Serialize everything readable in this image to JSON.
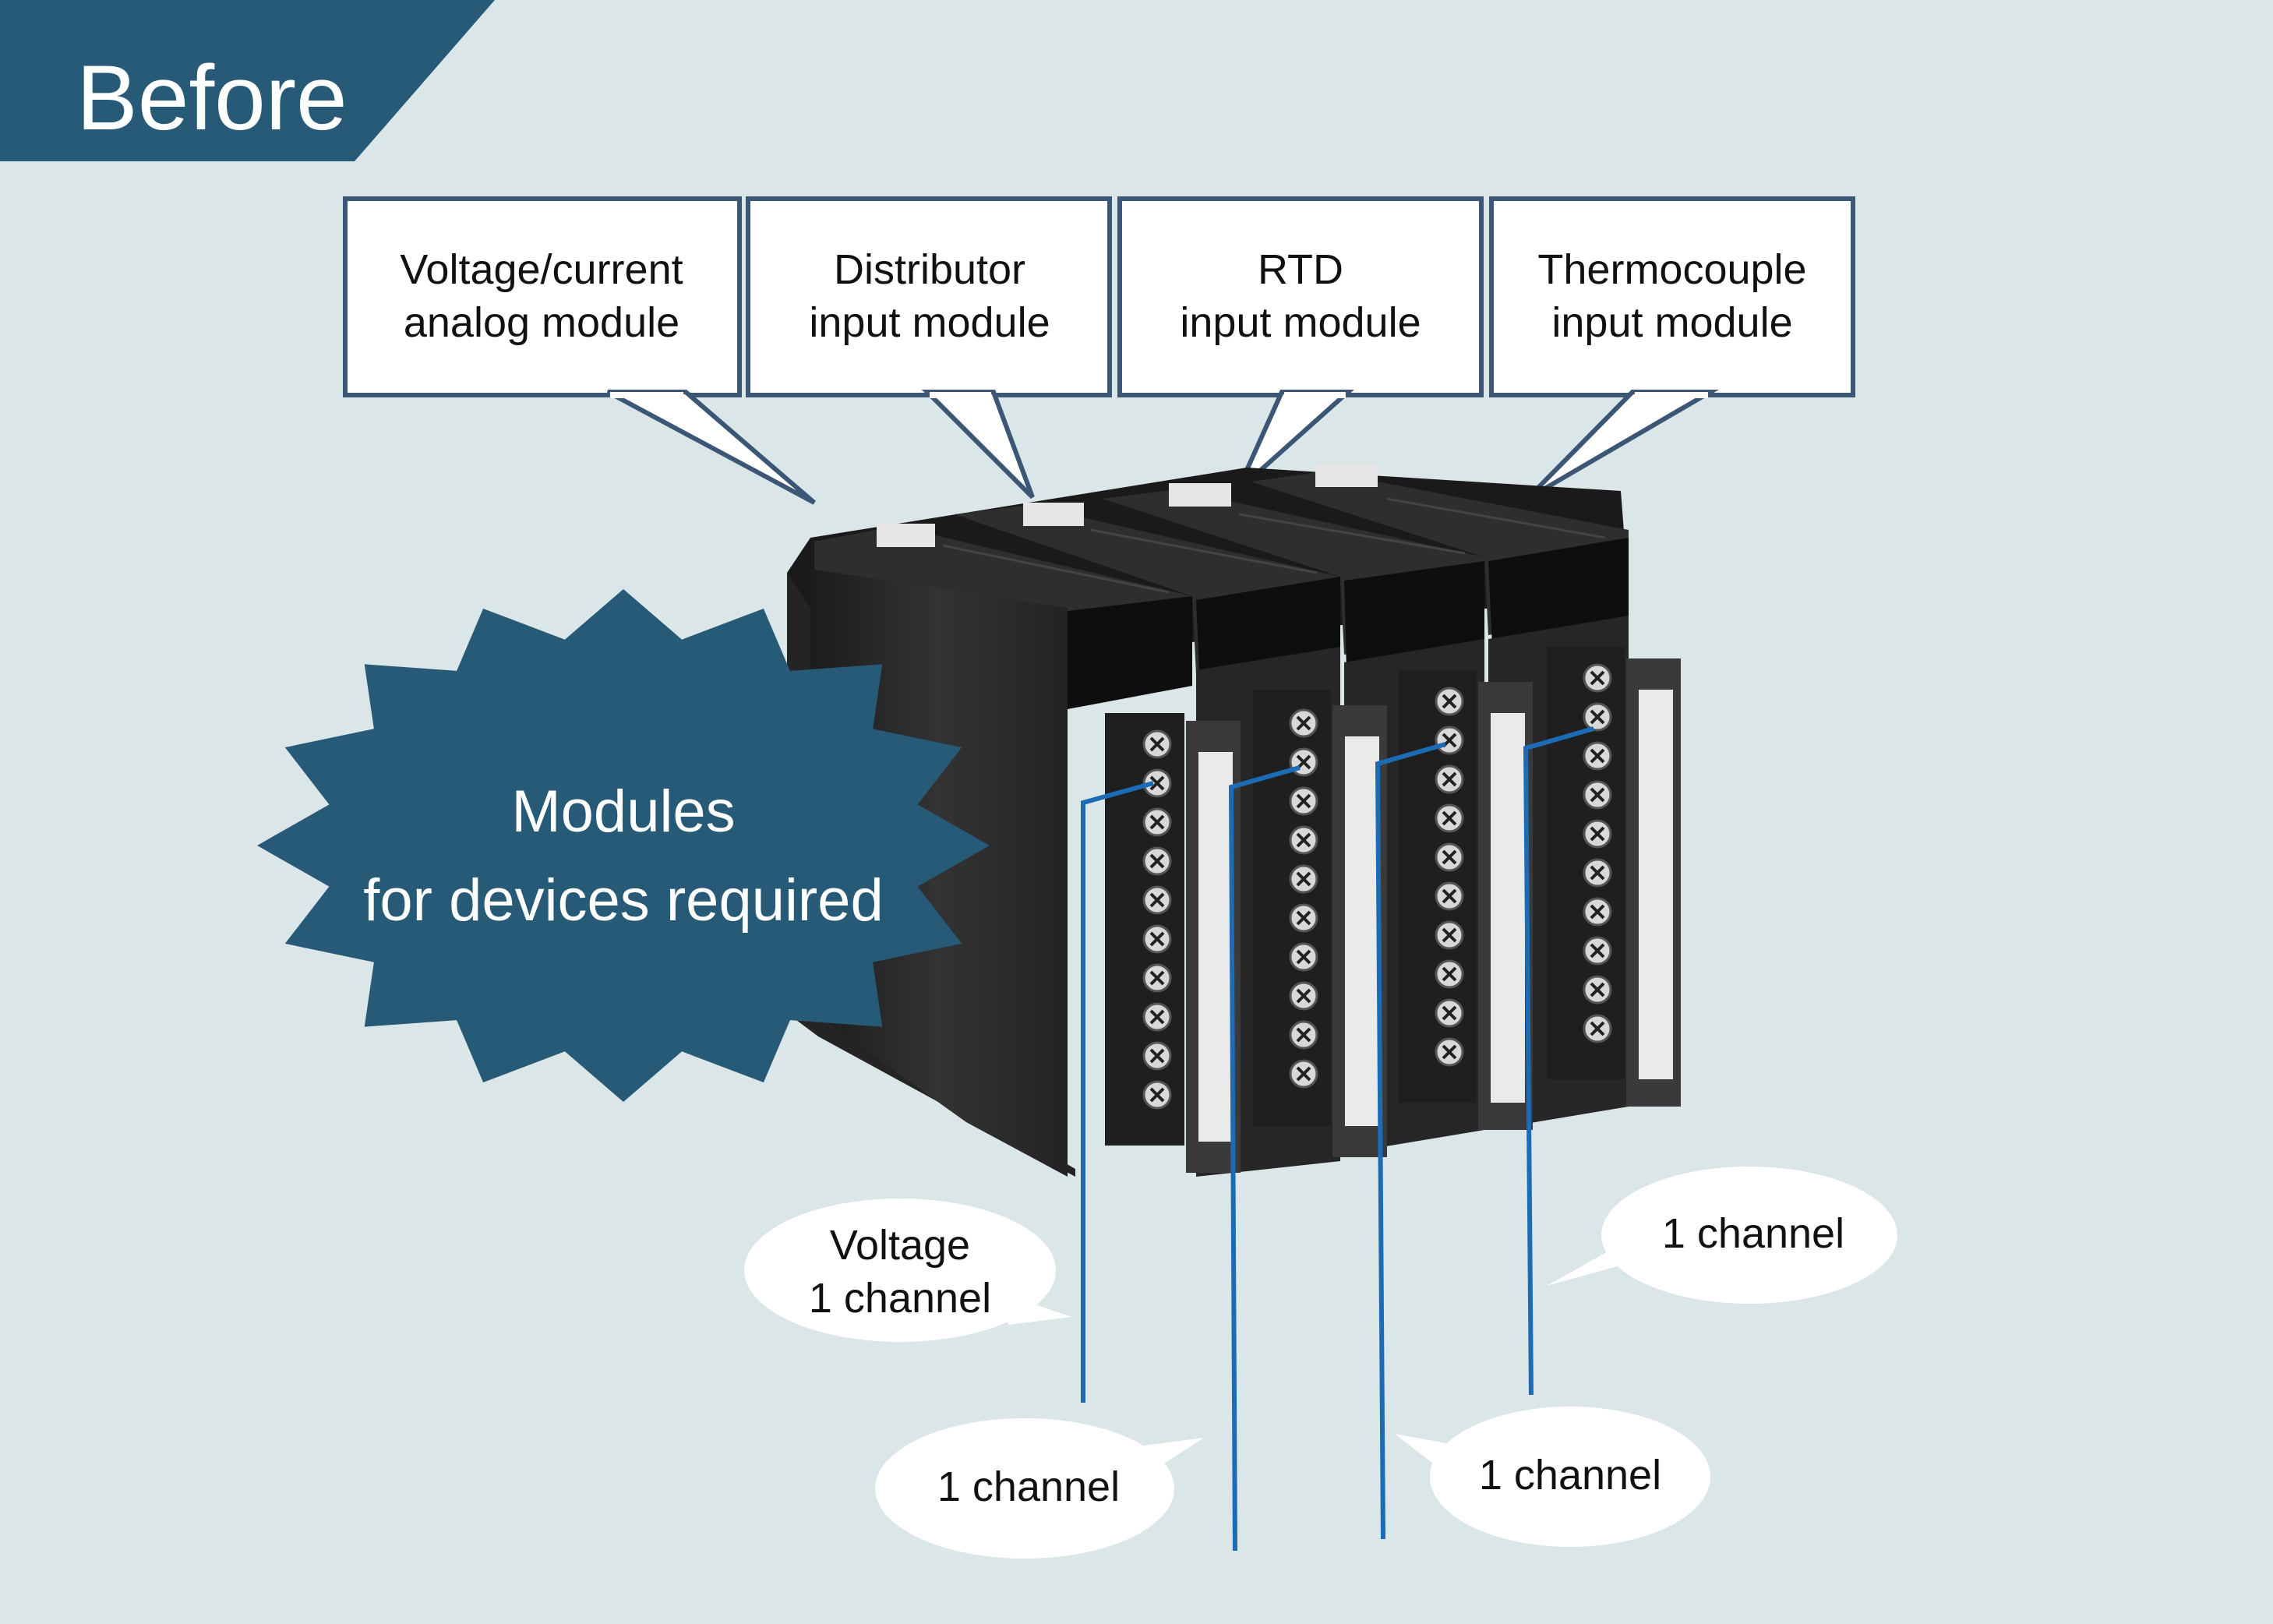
{
  "banner": {
    "title": "Before"
  },
  "starburst": {
    "line1": "Modules",
    "line2": "for devices required"
  },
  "callouts": [
    {
      "line1": "Voltage/current",
      "line2": "analog module"
    },
    {
      "line1": "Distributor",
      "line2": "input module"
    },
    {
      "line1": "RTD",
      "line2": "input module"
    },
    {
      "line1": "Thermocouple",
      "line2": "input module"
    }
  ],
  "bubbles": [
    {
      "line1": "Voltage",
      "line2": "1 channel"
    },
    {
      "line1": "1 channel"
    },
    {
      "line1": "1 channel"
    },
    {
      "line1": "1 channel"
    }
  ],
  "colors": {
    "background": "#dae6e7",
    "accent": "#265a77",
    "callout_border": "#3b5775",
    "wire": "#1c6bb5",
    "module_body": "#2b2b2b"
  },
  "icons": [
    "io-module-rack",
    "terminal-screw",
    "signal-wire"
  ]
}
